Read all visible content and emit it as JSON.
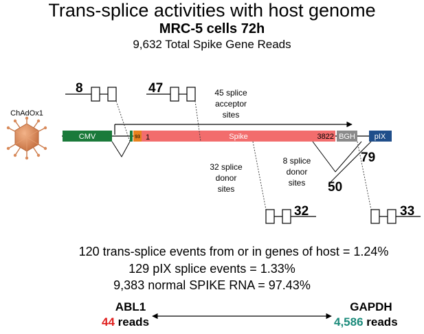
{
  "header": {
    "title": "Trans-splice activities with host genome",
    "subtitle": "MRC-5 cells 72h",
    "reads_total": "9,632 Total Spike Gene Reads"
  },
  "virus": {
    "label": "ChAdOx1"
  },
  "construct": {
    "cmv": "CMV",
    "small_box": "93",
    "spike_start": "1",
    "spike": "Spike",
    "spike_end": "3822",
    "bgh": "BGH",
    "pix": "pIX"
  },
  "splice_counts": {
    "left1": "8",
    "left2": "47",
    "right_low1": "32",
    "right_low2": "33",
    "mid50": "50",
    "mid79": "79"
  },
  "annotations": {
    "acceptor_line1": "45 splice",
    "acceptor_line2": "acceptor",
    "acceptor_line3": "sites",
    "donor32_line1": "32 splice",
    "donor32_line2": "donor",
    "donor32_line3": "sites",
    "donor8_line1": "8 splice",
    "donor8_line2": "donor",
    "donor8_line3": "sites"
  },
  "summary": {
    "line1": "120 trans-splice events from or in genes of host  = 1.24%",
    "line2": "129 pIX splice events  = 1.33%",
    "line3": "9,383 normal SPIKE RNA  = 97.43%"
  },
  "genes": {
    "abl1_name": "ABL1",
    "abl1_count": "44",
    "abl1_unit": "reads",
    "gapdh_name": "GAPDH",
    "gapdh_count": "4,586",
    "gapdh_unit": "reads"
  },
  "colors": {
    "cmv": "#1a7a3a",
    "small_box": "#e8821e",
    "spike": "#f26d6d",
    "bgh": "#8a8a8a",
    "pix": "#1f4e8a",
    "virus": "#d98a5a",
    "red_text": "#e0201f",
    "teal_text": "#1a8a7a"
  }
}
